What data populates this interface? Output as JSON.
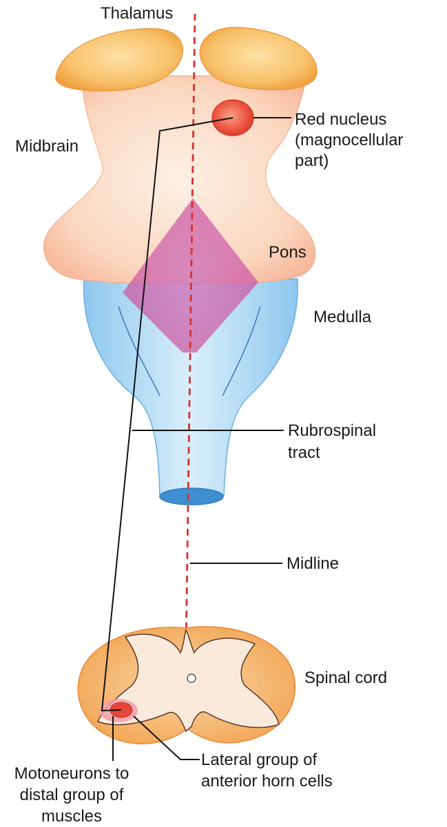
{
  "labels": {
    "thalamus": "Thalamus",
    "midbrain": "Midbrain",
    "red_nucleus": [
      "Red nucleus",
      "(magnocellular",
      "part)"
    ],
    "pons": "Pons",
    "medulla": "Medulla",
    "rubrospinal": [
      "Rubrospinal",
      "tract"
    ],
    "midline": "Midline",
    "spinal_cord": "Spinal cord",
    "motoneurons": [
      "Motoneurons to",
      "distal group of",
      "muscles"
    ],
    "lateral_group": [
      "Lateral group of",
      "anterior horn cells"
    ]
  },
  "colors": {
    "thalamus": "#f7b24a",
    "midbrain": "#fbd3b6",
    "pons": "#d65aa4",
    "medulla": "#a9d6f3",
    "red_nucleus": "#e8463a",
    "spinal_white": "#f5a95a",
    "spinal_grey": "#f9e2cf",
    "midline": "#d6312c",
    "tract": "#111111"
  }
}
